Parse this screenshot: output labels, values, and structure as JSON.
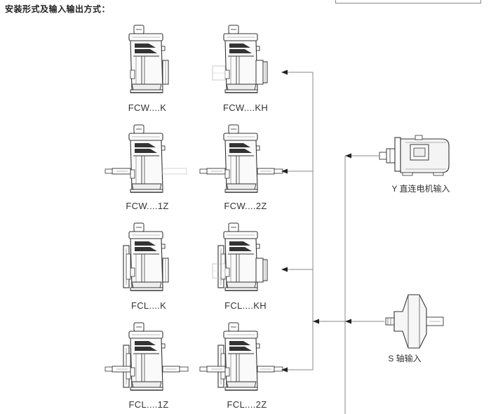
{
  "header": {
    "title": "安装形式及输入输出方式："
  },
  "units": [
    {
      "label": "FCW....K"
    },
    {
      "label": "FCW....KH"
    },
    {
      "label": "FCW....1Z"
    },
    {
      "label": "FCW....2Z"
    },
    {
      "label": "FCL....K"
    },
    {
      "label": "FCL....KH"
    },
    {
      "label": "FCL....1Z"
    },
    {
      "label": "FCL....2Z"
    }
  ],
  "inputs": [
    {
      "label": "Y 直连电机输入"
    },
    {
      "label": "S 轴输入"
    }
  ]
}
